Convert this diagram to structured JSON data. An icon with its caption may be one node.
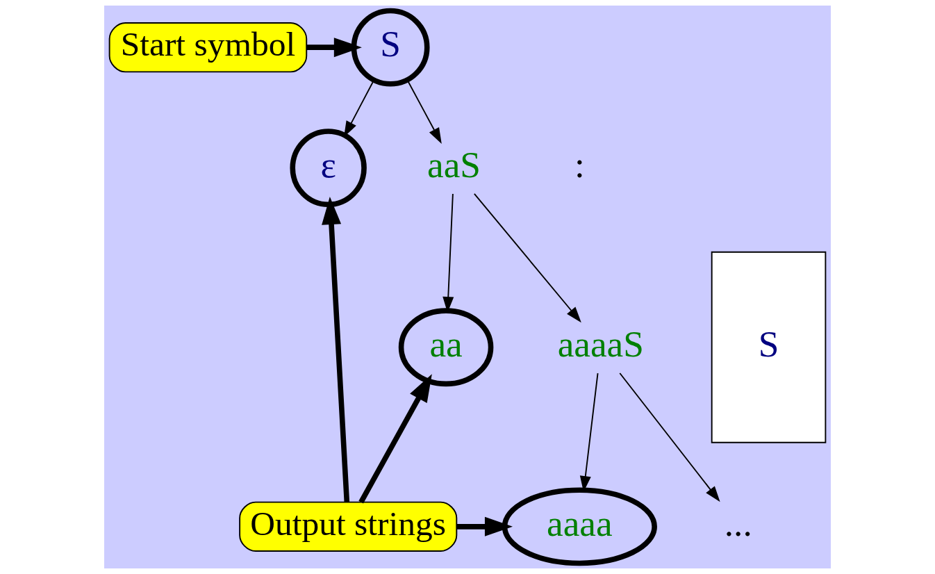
{
  "diagram": {
    "nodes": [
      {
        "text": [
          "S"
        ]
      },
      {
        "text": [
          "Start symbol"
        ]
      },
      {
        "text": [
          "ε"
        ]
      },
      {
        "text": [
          "aaS"
        ]
      },
      {
        "text": [
          "aa"
        ]
      },
      {
        "text": [
          "aaaaS"
        ]
      },
      {
        "text": [
          "aaaa"
        ]
      },
      {
        "text": [
          "..."
        ]
      },
      {
        "text": [
          "Output strings"
        ]
      },
      {
        "text": [
          "S"
        ]
      }
    ],
    "edges": [
      {
        "from": 1,
        "to": 0,
        "arrow": "to",
        "style": "thick"
      },
      {
        "from": 0,
        "to": 2,
        "arrow": "to"
      },
      {
        "from": 0,
        "to": 3,
        "arrow": "to"
      },
      {
        "from": 3,
        "to": 4,
        "arrow": "to"
      },
      {
        "from": 3,
        "to": 5,
        "arrow": "to"
      },
      {
        "from": 5,
        "to": 6,
        "arrow": "to"
      },
      {
        "from": 5,
        "to": 7,
        "arrow": "to"
      },
      {
        "from": 8,
        "to": 2,
        "arrow": "to",
        "style": "thick"
      },
      {
        "from": 8,
        "to": 4,
        "arrow": "to",
        "style": "thick"
      },
      {
        "from": 8,
        "to": 6,
        "arrow": "to",
        "style": "thick"
      }
    ],
    "labels": [
      ":"
    ]
  }
}
